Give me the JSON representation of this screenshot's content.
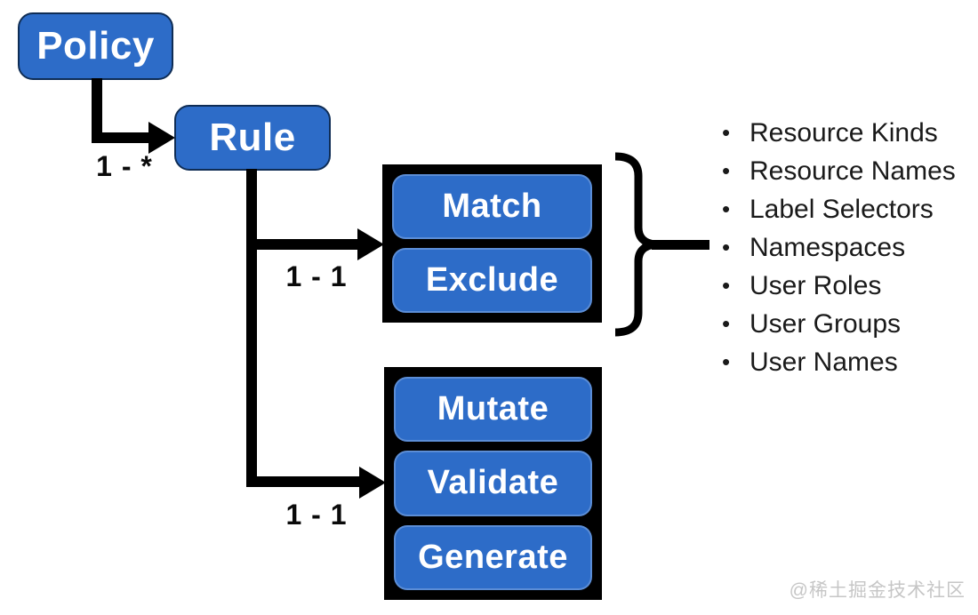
{
  "nodes": {
    "policy": "Policy",
    "rule": "Rule",
    "match": "Match",
    "exclude": "Exclude",
    "mutate": "Mutate",
    "validate": "Validate",
    "generate": "Generate"
  },
  "edge_labels": {
    "policy_to_rule": "1 - *",
    "rule_to_match": "1 - 1",
    "rule_to_actions": "1 - 1"
  },
  "filters_list": {
    "bullet": "•",
    "items": [
      "Resource Kinds",
      "Resource Names",
      "Label Selectors",
      "Namespaces",
      "User Roles",
      "User Groups",
      "User Names"
    ]
  },
  "watermark": "@稀土掘金技术社区",
  "colors": {
    "node_fill": "#2d6cc8",
    "node_border": "#0f2d55",
    "node_text": "#ffffff",
    "connector": "#000000",
    "group_frame": "#000000",
    "list_text": "#1a1a1a",
    "watermark_text": "#c6c6c6",
    "background": "#ffffff"
  }
}
